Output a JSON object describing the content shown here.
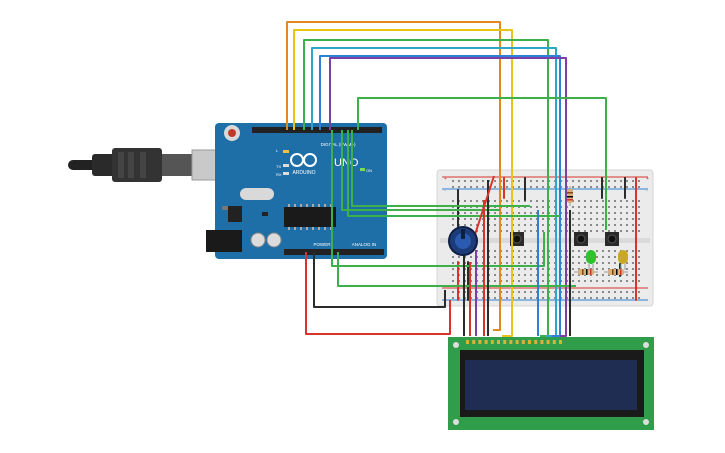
{
  "arduino": {
    "brand_label": "ARDUINO",
    "model_label": "UNO",
    "digital_label": "DIGITAL (PWM~)",
    "analog_label": "ANALOG IN",
    "power_label": "POWER",
    "tx_label": "TX",
    "rx_label": "RX",
    "l_label": "L",
    "on_label": "ON"
  },
  "colors": {
    "board": "#1e6fa8",
    "breadboard": "#ebebeb",
    "lcd_pcb": "#2f9d4a",
    "lcd_screen": "#1f2d52",
    "wire_orange": "#e08a1e",
    "wire_yellow": "#e8c31a",
    "wire_green": "#3cb04a",
    "wire_cyan": "#2aa7c9",
    "wire_blue": "#2e7fd6",
    "wire_purple": "#7b3fa8",
    "wire_red": "#d9342b",
    "wire_black": "#2b2b2b",
    "led_green": "#2ec22e",
    "led_yellow": "#c8a826"
  },
  "components": {
    "potentiometer": "potentiometer",
    "pushbuttons": 3,
    "leds": [
      "green",
      "yellow"
    ],
    "resistors": 3,
    "lcd": "16x2 LCD"
  }
}
